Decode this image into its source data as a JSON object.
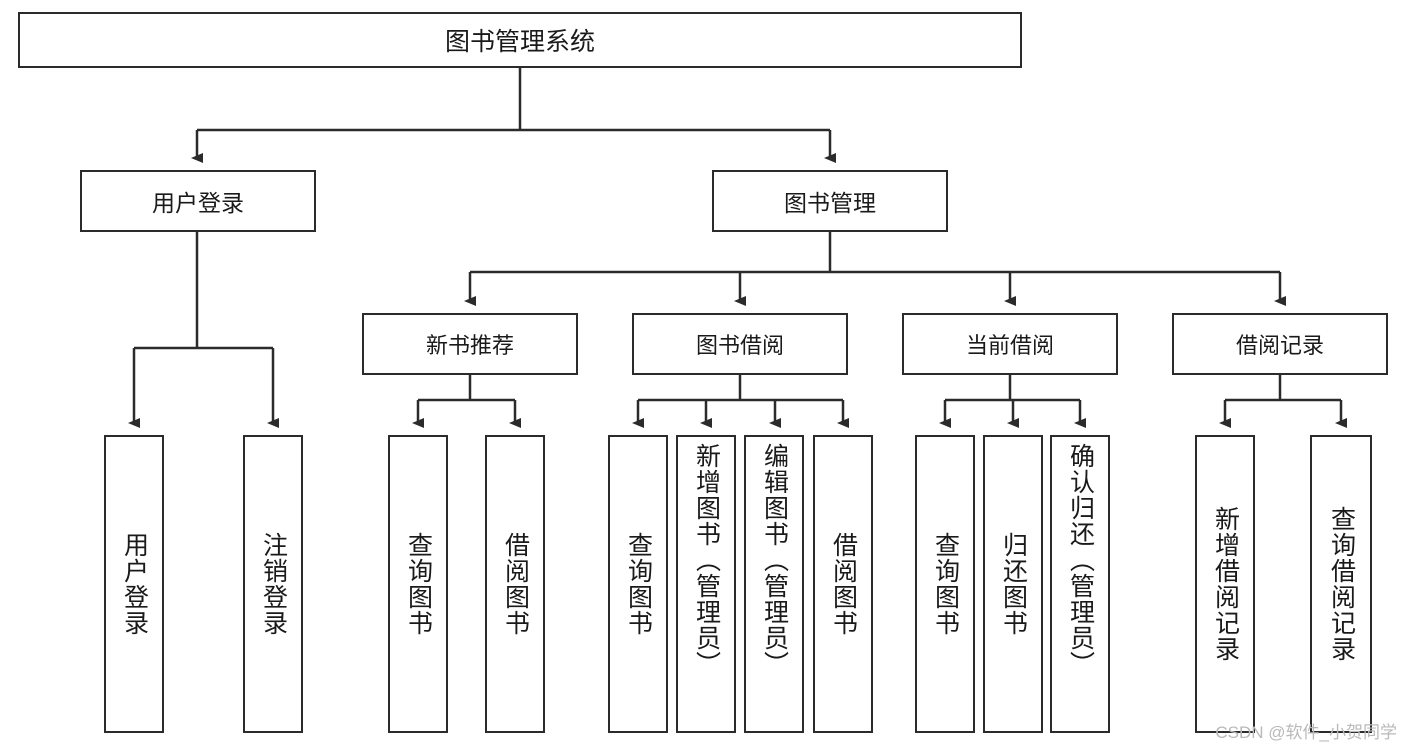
{
  "diagram": {
    "title": "图书管理系统",
    "type": "tree-hierarchy",
    "root": {
      "label": "图书管理系统"
    },
    "level1": [
      {
        "label": "用户登录"
      },
      {
        "label": "图书管理"
      }
    ],
    "level2": [
      {
        "label": "新书推荐",
        "parent": "图书管理"
      },
      {
        "label": "图书借阅",
        "parent": "图书管理"
      },
      {
        "label": "当前借阅",
        "parent": "图书管理"
      },
      {
        "label": "借阅记录",
        "parent": "图书管理"
      }
    ],
    "leaves": [
      {
        "label": "用户登录",
        "parent": "用户登录"
      },
      {
        "label": "注销登录",
        "parent": "用户登录"
      },
      {
        "label": "查询图书",
        "parent": "新书推荐"
      },
      {
        "label": "借阅图书",
        "parent": "新书推荐"
      },
      {
        "label": "查询图书",
        "parent": "图书借阅"
      },
      {
        "label": "新增图书（管理员）",
        "parent": "图书借阅"
      },
      {
        "label": "编辑图书（管理员）",
        "parent": "图书借阅"
      },
      {
        "label": "借阅图书",
        "parent": "图书借阅"
      },
      {
        "label": "查询图书",
        "parent": "当前借阅"
      },
      {
        "label": "归还图书",
        "parent": "当前借阅"
      },
      {
        "label": "确认归还（管理员）",
        "parent": "当前借阅"
      },
      {
        "label": "新增借阅记录",
        "parent": "借阅记录"
      },
      {
        "label": "查询借阅记录",
        "parent": "借阅记录"
      }
    ]
  },
  "watermark": {
    "text": "CSDN @软件_小贺同学"
  },
  "colors": {
    "stroke": "#2b2b2b",
    "background": "#ffffff",
    "text": "#1a1a1a",
    "watermark": "#b9b9b9"
  }
}
